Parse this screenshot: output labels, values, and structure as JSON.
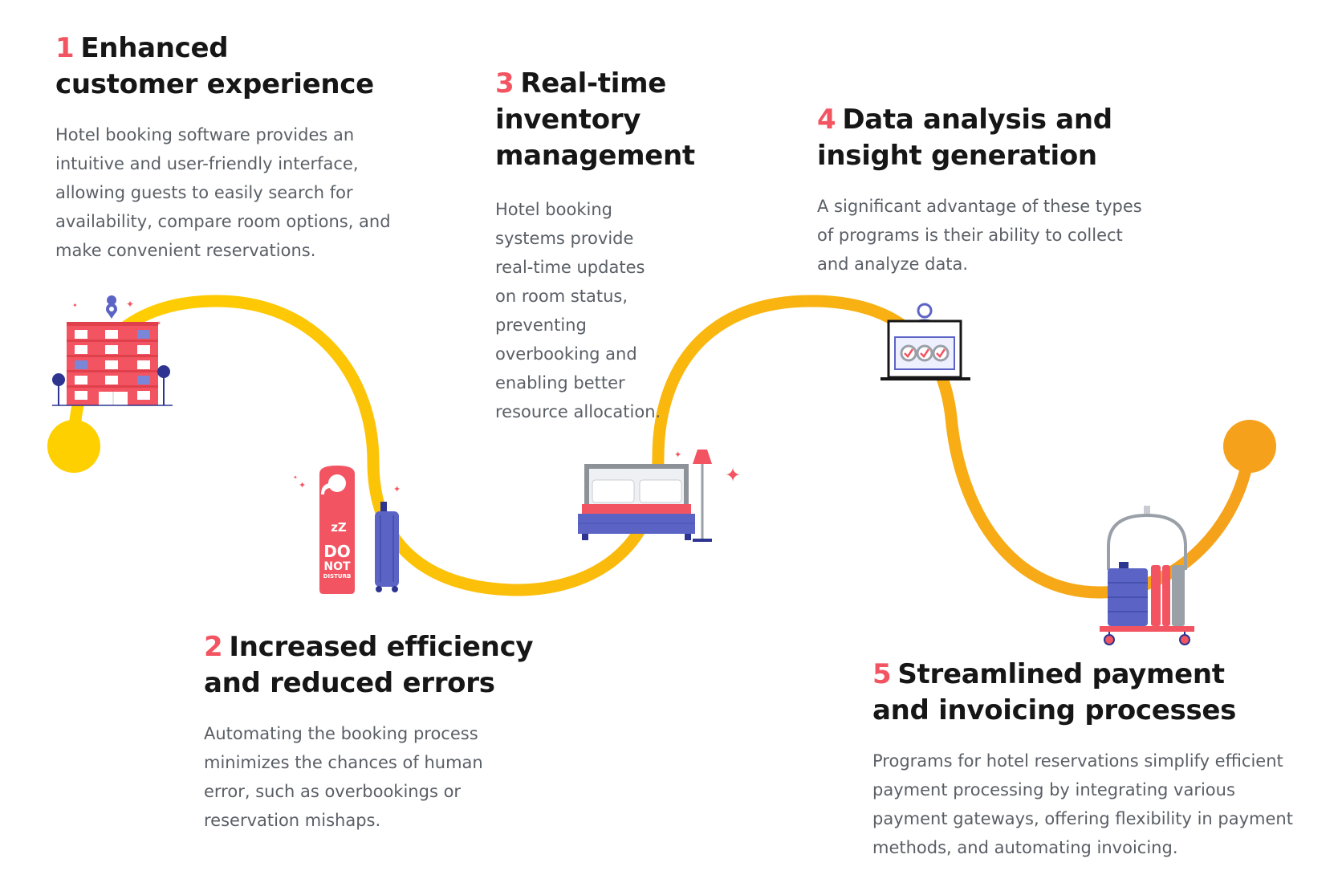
{
  "steps": [
    {
      "number": "1",
      "title_line1": "Enhanced",
      "title_line2": "customer experience",
      "body": "Hotel booking software provides an intuitive and user-friendly interface, allowing guests to easily search for availability, compare room options, and make convenient reservations."
    },
    {
      "number": "2",
      "title_line1": "Increased efficiency",
      "title_line2": "and reduced errors",
      "body": "Automating the booking process minimizes the chances of human error, such as overbookings or reservation mishaps."
    },
    {
      "number": "3",
      "title_line1": "Real-time",
      "title_line2": "inventory",
      "title_line3": "management",
      "body": "Hotel booking systems provide real-time updates on room status, preventing overbooking and enabling better resource allocation."
    },
    {
      "number": "4",
      "title_line1": "Data analysis and",
      "title_line2": "insight generation",
      "body": "A significant advantage of these types of programs is their ability to collect and analyze data."
    },
    {
      "number": "5",
      "title_line1": "Streamlined payment",
      "title_line2": "and invoicing processes",
      "body": "Programs for hotel reservations simplify efficient payment processing by integrating various payment gateways, offering flexibility in payment methods, and automating invoicing."
    }
  ],
  "illustrations": {
    "hotel": {
      "icon": "hotel-building-icon"
    },
    "do_not_disturb": {
      "icon": "do-not-disturb-sign-icon",
      "line1": "DO",
      "line2": "NOT",
      "line3": "DISTURB",
      "zzz": "zZ"
    },
    "bed": {
      "icon": "bed-icon"
    },
    "analytics": {
      "icon": "analytics-user-icon"
    },
    "luggage_cart": {
      "icon": "luggage-cart-icon"
    }
  },
  "colors": {
    "accent_number": "#f25561",
    "path_start": "#ffd000",
    "path_end": "#f5a11c",
    "heading": "#161616",
    "body_text": "#5a5f66"
  }
}
